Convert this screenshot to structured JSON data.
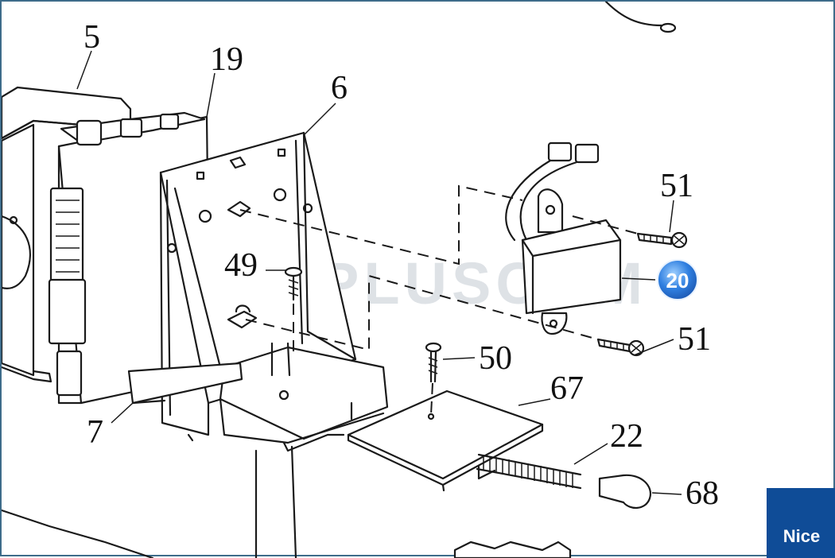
{
  "diagram": {
    "labels": {
      "p5": "5",
      "p19": "19",
      "p6": "6",
      "p49": "49",
      "p7": "7",
      "p50": "50",
      "p51a": "51",
      "p51b": "51",
      "p20": "20",
      "p67": "67",
      "p22": "22",
      "p68": "68"
    },
    "highlight_color": "#2f7fe0"
  },
  "watermark": {
    "text": "PLUSCOM"
  },
  "brand": {
    "text": "Nice",
    "color": "#0f4c97"
  }
}
